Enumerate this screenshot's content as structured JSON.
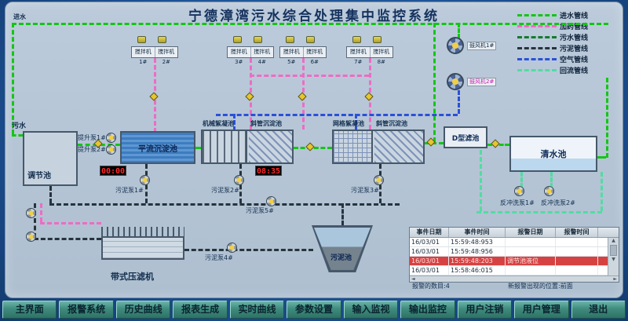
{
  "title": "宁德漳湾污水综合处理集中监控系统",
  "labels": {
    "intake": "进水",
    "sewage_in": "污水"
  },
  "legend": {
    "items": [
      {
        "label": "进水管线",
        "color": "#14c614"
      },
      {
        "label": "加药管线",
        "color": "#ee6cc4"
      },
      {
        "label": "污水管线",
        "color": "#157a2e"
      },
      {
        "label": "污泥管线",
        "color": "#27343c"
      },
      {
        "label": "空气管线",
        "color": "#2b50d8"
      },
      {
        "label": "回流管线",
        "color": "#52dca2"
      }
    ]
  },
  "mixers": [
    "搅拌机1#",
    "搅拌机2#",
    "搅拌机3#",
    "搅拌机4#",
    "搅拌机5#",
    "搅拌机6#",
    "搅拌机7#",
    "搅拌机8#"
  ],
  "blowers": [
    "鼓风机1#",
    "鼓风机2#"
  ],
  "tanks": {
    "regulating": "调节池",
    "horizontal_sed": "平流沉淀池",
    "mech_floc": "机械絮凝池",
    "inclined_sed_1": "斜管沉淀池",
    "grid_floc": "网格絮凝池",
    "inclined_sed_2": "斜管沉淀池",
    "d_filter": "D型滤池",
    "clear_water": "清水池",
    "sludge": "污泥池",
    "belt_press": "带式压滤机"
  },
  "pumps": {
    "lift": [
      "提升泵1#",
      "提升泵2#"
    ],
    "sludge": [
      "污泥泵1#",
      "污泥泵2#",
      "污泥泵3#",
      "污泥泵4#",
      "污泥泵5#"
    ],
    "backwash": [
      "反冲洗泵1#",
      "反冲洗泵2#"
    ]
  },
  "timers": {
    "t1": "00:00",
    "t2": "08:35"
  },
  "alarm_table": {
    "headers": [
      "事件日期",
      "事件时间",
      "报警日期",
      "报警时间"
    ],
    "rows": [
      {
        "cells": [
          "16/03/01",
          "15:59:48:953",
          "",
          ""
        ]
      },
      {
        "cells": [
          "16/03/01",
          "15:59:48:956",
          "",
          ""
        ]
      },
      {
        "cells": [
          "16/03/01",
          "15:59:48:203",
          "调节池液位",
          ""
        ]
      },
      {
        "cells": [
          "16/03/01",
          "15:58:46:015",
          "",
          ""
        ]
      }
    ],
    "alarm_row_index": 2,
    "footer_left": "报警的数目:4",
    "footer_right": "新报警出现的位置:前面"
  },
  "bottom_bar": {
    "buttons": [
      "主界面",
      "报警系统",
      "历史曲线",
      "报表生成",
      "实时曲线",
      "参数设置",
      "输入监视",
      "输出监控",
      "用户注销",
      "用户管理",
      "退出"
    ]
  },
  "icons": {
    "scroll_up": "▲",
    "scroll_down": "▼",
    "scroll_left": "◄",
    "scroll_right": "►"
  },
  "colors": {
    "alarm_row": "#d64242",
    "panel": "#b7c6d6",
    "button": "#3f8b7d"
  }
}
